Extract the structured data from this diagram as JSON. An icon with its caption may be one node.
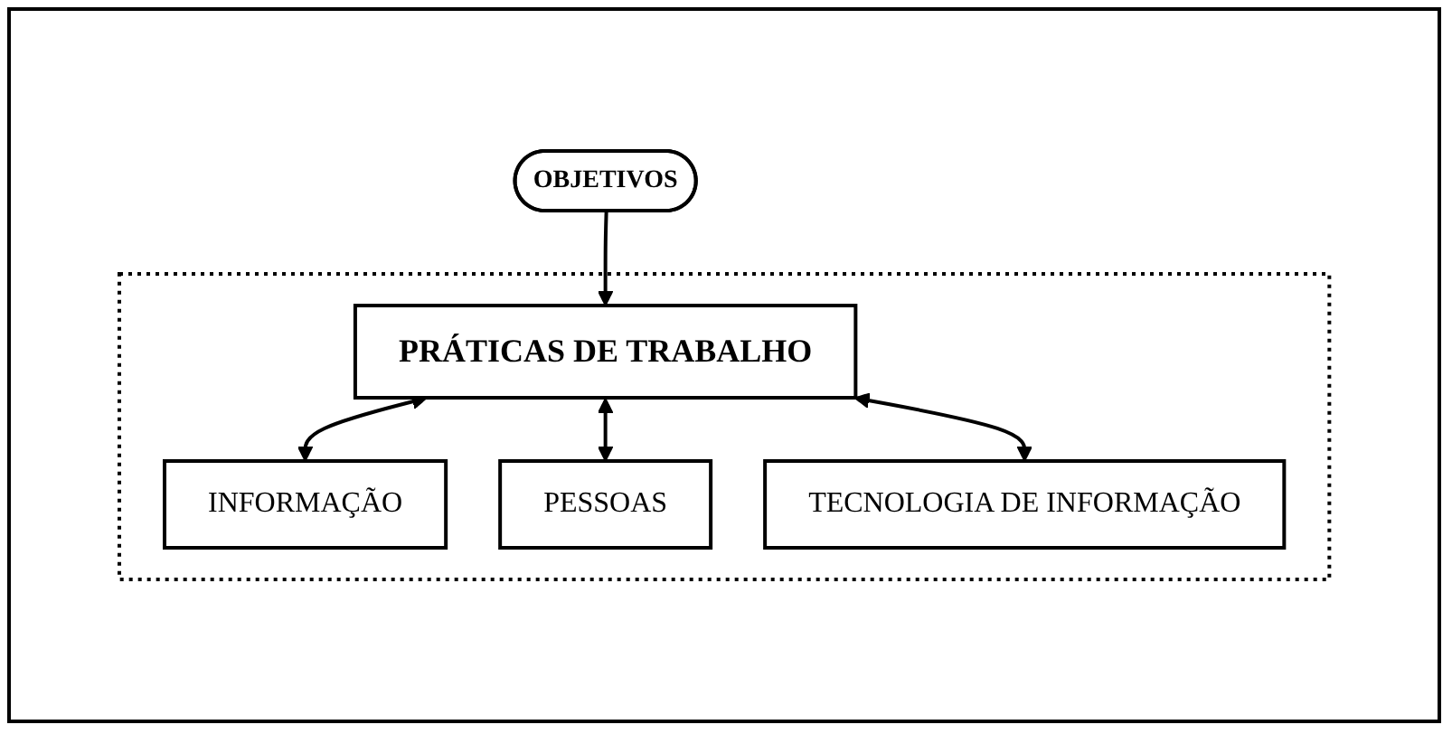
{
  "diagram": {
    "nodes": [
      {
        "text": [
          "OBJETIVOS"
        ]
      },
      {
        "text": [],
        "shape": "box"
      },
      {
        "text": [
          "PRÁTICAS DE TRABALHO"
        ],
        "in": 1
      },
      {
        "text": [
          "INFORMAÇÃO"
        ],
        "in": 1
      },
      {
        "text": [
          "PESSOAS"
        ],
        "in": 1
      },
      {
        "text": [
          "TECNOLOGIA DE INFORMAÇÃO"
        ],
        "in": 1
      }
    ],
    "edges": [
      {
        "from": 0,
        "to": 2,
        "arrow": "to"
      },
      {
        "from": 2,
        "to": 3,
        "arrow": "both"
      },
      {
        "from": 2,
        "to": 4,
        "arrow": "both"
      },
      {
        "from": 2,
        "to": 5,
        "arrow": "both"
      }
    ]
  }
}
